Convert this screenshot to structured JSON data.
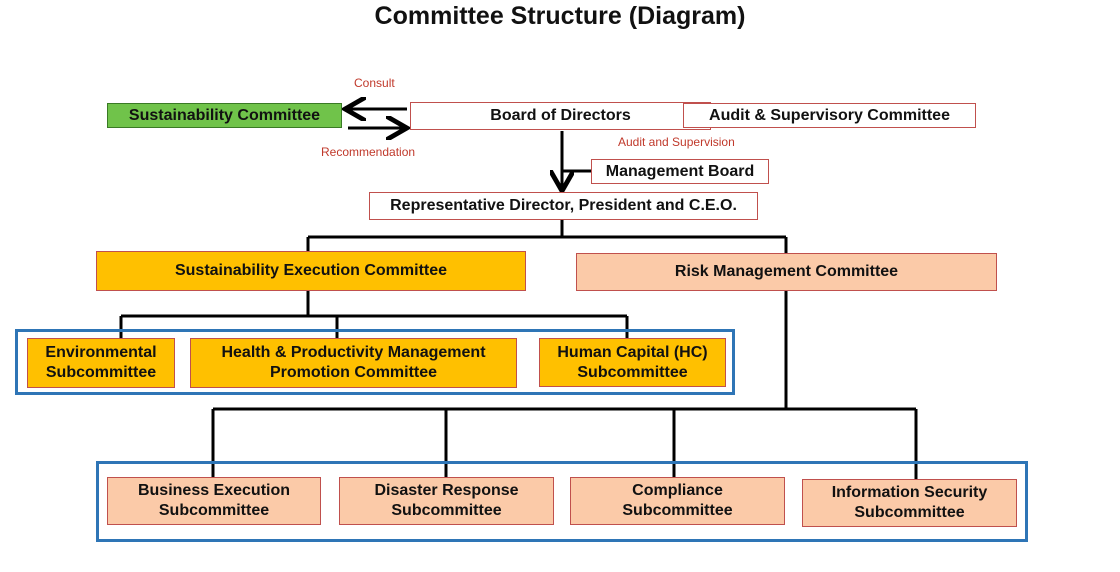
{
  "title": "Committee Structure (Diagram)",
  "nodes": {
    "sustainability_committee": "Sustainability Committee",
    "board_of_directors": "Board of Directors",
    "audit_supervisory_committee": "Audit & Supervisory Committee",
    "management_board": "Management Board",
    "representative_director": "Representative Director, President and C.E.O.",
    "sustainability_execution_committee": "Sustainability Execution Committee",
    "risk_management_committee": "Risk Management Committee",
    "environmental_subcommittee": [
      "Environmental",
      "Subcommittee"
    ],
    "health_productivity_committee": [
      "Health & Productivity Management",
      "Promotion Committee"
    ],
    "human_capital_subcommittee": [
      "Human Capital (HC)",
      "Subcommittee"
    ],
    "business_execution_subcommittee": [
      "Business Execution",
      "Subcommittee"
    ],
    "disaster_response_subcommittee": [
      "Disaster Response",
      "Subcommittee"
    ],
    "compliance_subcommittee": [
      "Compliance",
      "Subcommittee"
    ],
    "information_security_subcommittee": [
      "Information Security",
      "Subcommittee"
    ]
  },
  "annotations": {
    "consult": "Consult",
    "recommendation": "Recommendation",
    "audit_and_supervision": "Audit and Supervision"
  },
  "colors": {
    "green": "#70c34a",
    "gold": "#ffc000",
    "peach": "#fbcaa8",
    "group_border": "#2e75b6",
    "box_border": "#c0504d",
    "annotation": "#c0392b"
  }
}
